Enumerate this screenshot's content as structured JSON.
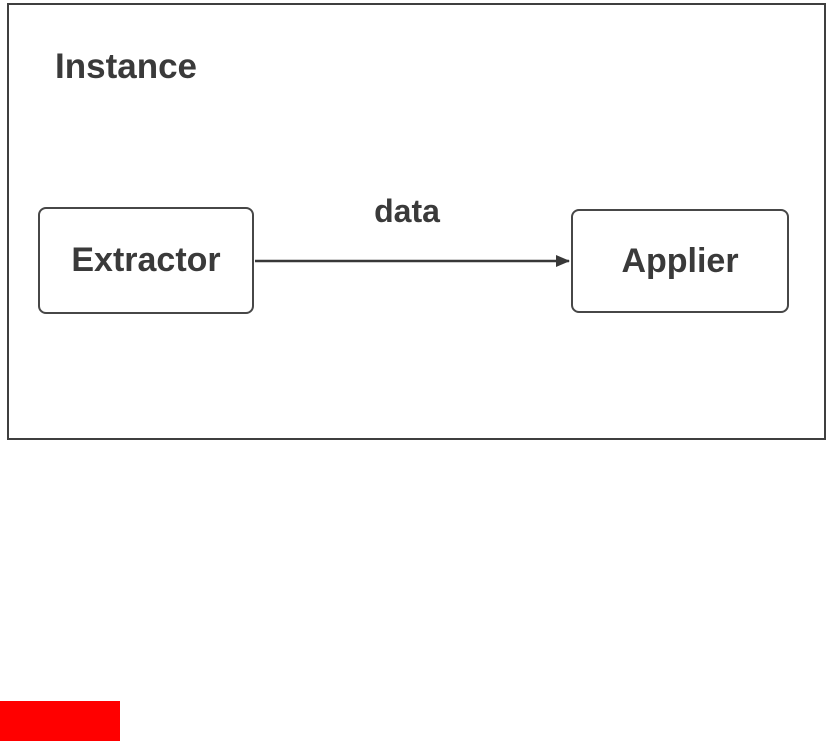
{
  "diagram": {
    "container": {
      "label": "Instance"
    },
    "nodes": [
      {
        "id": "extractor",
        "label": "Extractor"
      },
      {
        "id": "applier",
        "label": "Applier"
      }
    ],
    "edges": [
      {
        "from": "extractor",
        "to": "applier",
        "label": "data",
        "direction": "left-to-right"
      }
    ]
  },
  "decorations": {
    "red_block": {
      "color": "#ff0000"
    }
  },
  "colors": {
    "outline": "#3f3f3f",
    "node_border": "#474747",
    "text": "#3a3a3a",
    "arrow": "#383838",
    "node_fill": "#ffffff",
    "background": "#ffffff",
    "red_block": "#ff0000"
  }
}
